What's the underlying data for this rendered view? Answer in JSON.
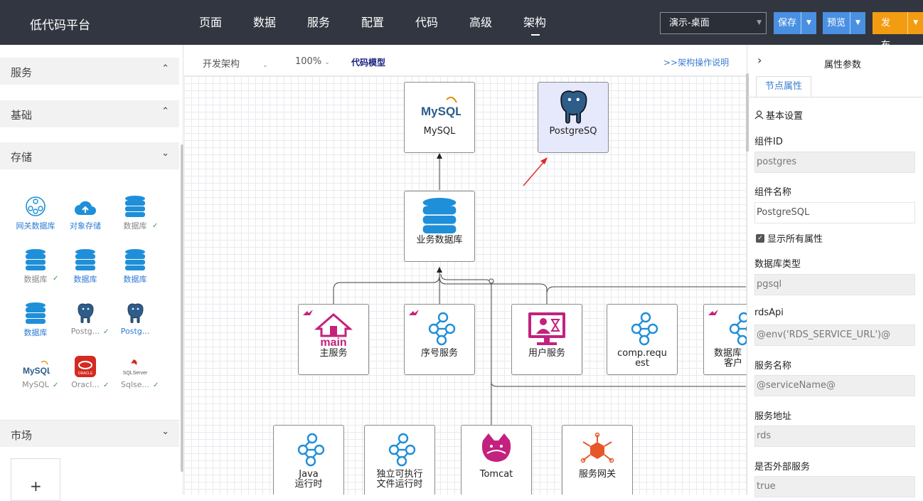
{
  "app": {
    "brand": "低代码平台"
  },
  "nav": [
    "页面",
    "数据",
    "服务",
    "配置",
    "代码",
    "高级",
    "架构"
  ],
  "nav_active": "架构",
  "env_select": {
    "value": "演示-桌面"
  },
  "actions": {
    "save": "保存",
    "preview": "预览",
    "publish": "发布"
  },
  "left": {
    "sections": [
      "服务",
      "基础",
      "存储",
      "市场"
    ],
    "palette": [
      {
        "label": "网关数据库",
        "icon": "gateway-db-icon",
        "style": "blue",
        "checked": false
      },
      {
        "label": "对象存储",
        "icon": "cloud-upload-icon",
        "style": "blue",
        "checked": false
      },
      {
        "label": "数据库",
        "icon": "database-icon",
        "style": "gray",
        "checked": true
      },
      {
        "label": "数据库",
        "icon": "database-icon",
        "style": "gray",
        "checked": true
      },
      {
        "label": "数据库",
        "icon": "database-icon",
        "style": "blue",
        "checked": false
      },
      {
        "label": "数据库",
        "icon": "database-icon",
        "style": "blue",
        "checked": false
      },
      {
        "label": "数据库",
        "icon": "database-icon",
        "style": "blue",
        "checked": false
      },
      {
        "label": "Postg...",
        "icon": "postgresql-icon",
        "style": "gray",
        "checked": true
      },
      {
        "label": "Postg...",
        "icon": "postgresql-icon",
        "style": "blue",
        "checked": false
      },
      {
        "label": "MySQL",
        "icon": "mysql-icon",
        "style": "gray",
        "checked": true
      },
      {
        "label": "Oracl...",
        "icon": "oracle-icon",
        "style": "gray",
        "checked": true
      },
      {
        "label": "Sqlse...",
        "icon": "sqlserver-icon",
        "style": "gray",
        "checked": true
      }
    ],
    "add_symbol": "+"
  },
  "toolbar": {
    "view": "开发架构",
    "zoom": "100%",
    "code_model": "代码模型",
    "help": ">>架构操作说明"
  },
  "nodes": {
    "mysql": "MySQL",
    "postgres": "PostgreSQ",
    "bizdb": "业务数据库",
    "main_service": "主服务",
    "seq_service": "序号服务",
    "user_service": "用户服务",
    "comp_request_1": "comp.requ",
    "comp_request_2": "est",
    "db_client_1": "数据库",
    "db_client_2": "客户",
    "java_1": "Java",
    "java_2": "运行时",
    "exec_1": "独立可执行",
    "exec_2": "文件运行时",
    "tomcat": "Tomcat",
    "gateway": "服务网关",
    "mysql_logo_text": "MySQL",
    "main_logo_text": "main",
    "oracle_logo_text": "ORACLE",
    "sqlserver_logo_text": "SQLServer"
  },
  "right": {
    "title": "属性参数",
    "tab": "节点属性",
    "section": "基本设置",
    "show_all": "显示所有属性",
    "fields": [
      {
        "label": "组件ID",
        "value": "postgres",
        "editable": false
      },
      {
        "label": "组件名称",
        "value": "PostgreSQL",
        "editable": true
      },
      {
        "label": "数据库类型",
        "value": "pgsql",
        "editable": false
      },
      {
        "label": "rdsApi",
        "value": "@env('RDS_SERVICE_URL')@",
        "editable": false
      },
      {
        "label": "服务名称",
        "value": "@serviceName@",
        "editable": false
      },
      {
        "label": "服务地址",
        "value": "rds",
        "editable": false
      },
      {
        "label": "是否外部服务",
        "value": "true",
        "editable": false
      }
    ]
  },
  "colors": {
    "topbar": "#313640",
    "accent_blue": "#4a90e2",
    "accent_orange": "#f39c12",
    "node_selected": "#e6e8fb",
    "icon_blue": "#1e8fd8",
    "icon_magenta": "#c2227e",
    "check_green": "#3a9a3a"
  }
}
